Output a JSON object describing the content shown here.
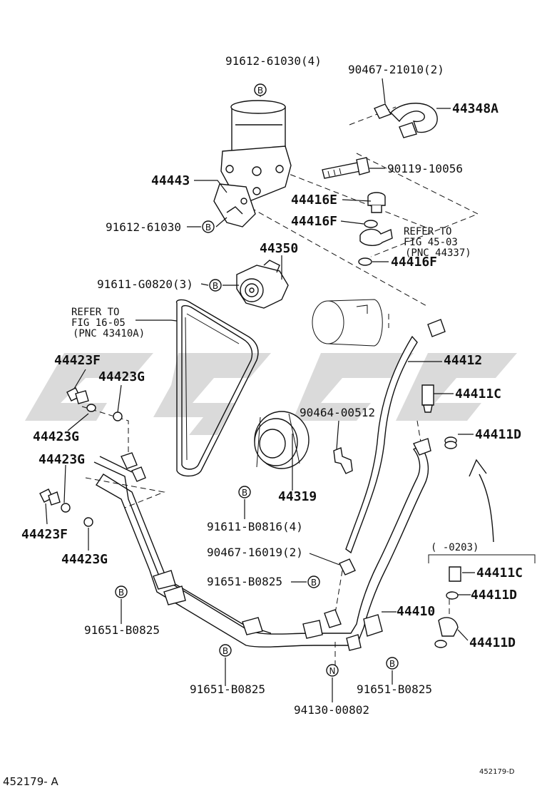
{
  "diagram": {
    "labels": {
      "p91612_61030_4": "91612-61030(4)",
      "p90467_21010_2": "90467-21010(2)",
      "p44348A": "44348A",
      "p90119_10056": "90119-10056",
      "p44443": "44443",
      "p44416E": "44416E",
      "p44416F_a": "44416F",
      "p91612_61030": "91612-61030",
      "refer_45_1": "REFER TO",
      "refer_45_2": "FIG 45-03",
      "refer_45_3": "(PNC 44337)",
      "p44350": "44350",
      "p44416F_b": "44416F",
      "p91611_G0820_3": "91611-G0820(3)",
      "refer_16_1": "REFER TO",
      "refer_16_2": "FIG 16-05",
      "refer_16_3": "(PNC 43410A)",
      "p44412": "44412",
      "p44423F_a": "44423F",
      "p44423G_a": "44423G",
      "p44411C_a": "44411C",
      "p90464_00512": "90464-00512",
      "p44423G_b": "44423G",
      "p44411D_a": "44411D",
      "p44423G_c": "44423G",
      "p44319": "44319",
      "p44423F_b": "44423F",
      "p91611_B0816_4": "91611-B0816(4)",
      "p44423G_d": "44423G",
      "range_0203": "(  -0203)",
      "p90467_16019_2": "90467-16019(2)",
      "p44411C_b": "44411C",
      "p91651_B0825_a": "91651-B0825",
      "p44411D_b": "44411D",
      "p44410": "44410",
      "p91651_B0825_b": "91651-B0825",
      "p44411D_c": "44411D",
      "p91651_B0825_c": "91651-B0825",
      "p91651_B0825_d": "91651-B0825",
      "p94130_00802": "94130-00802"
    },
    "markers": {
      "b": "B",
      "n": "N"
    },
    "footer": {
      "left_code": "452179- A",
      "right_code": "452179-D"
    }
  }
}
